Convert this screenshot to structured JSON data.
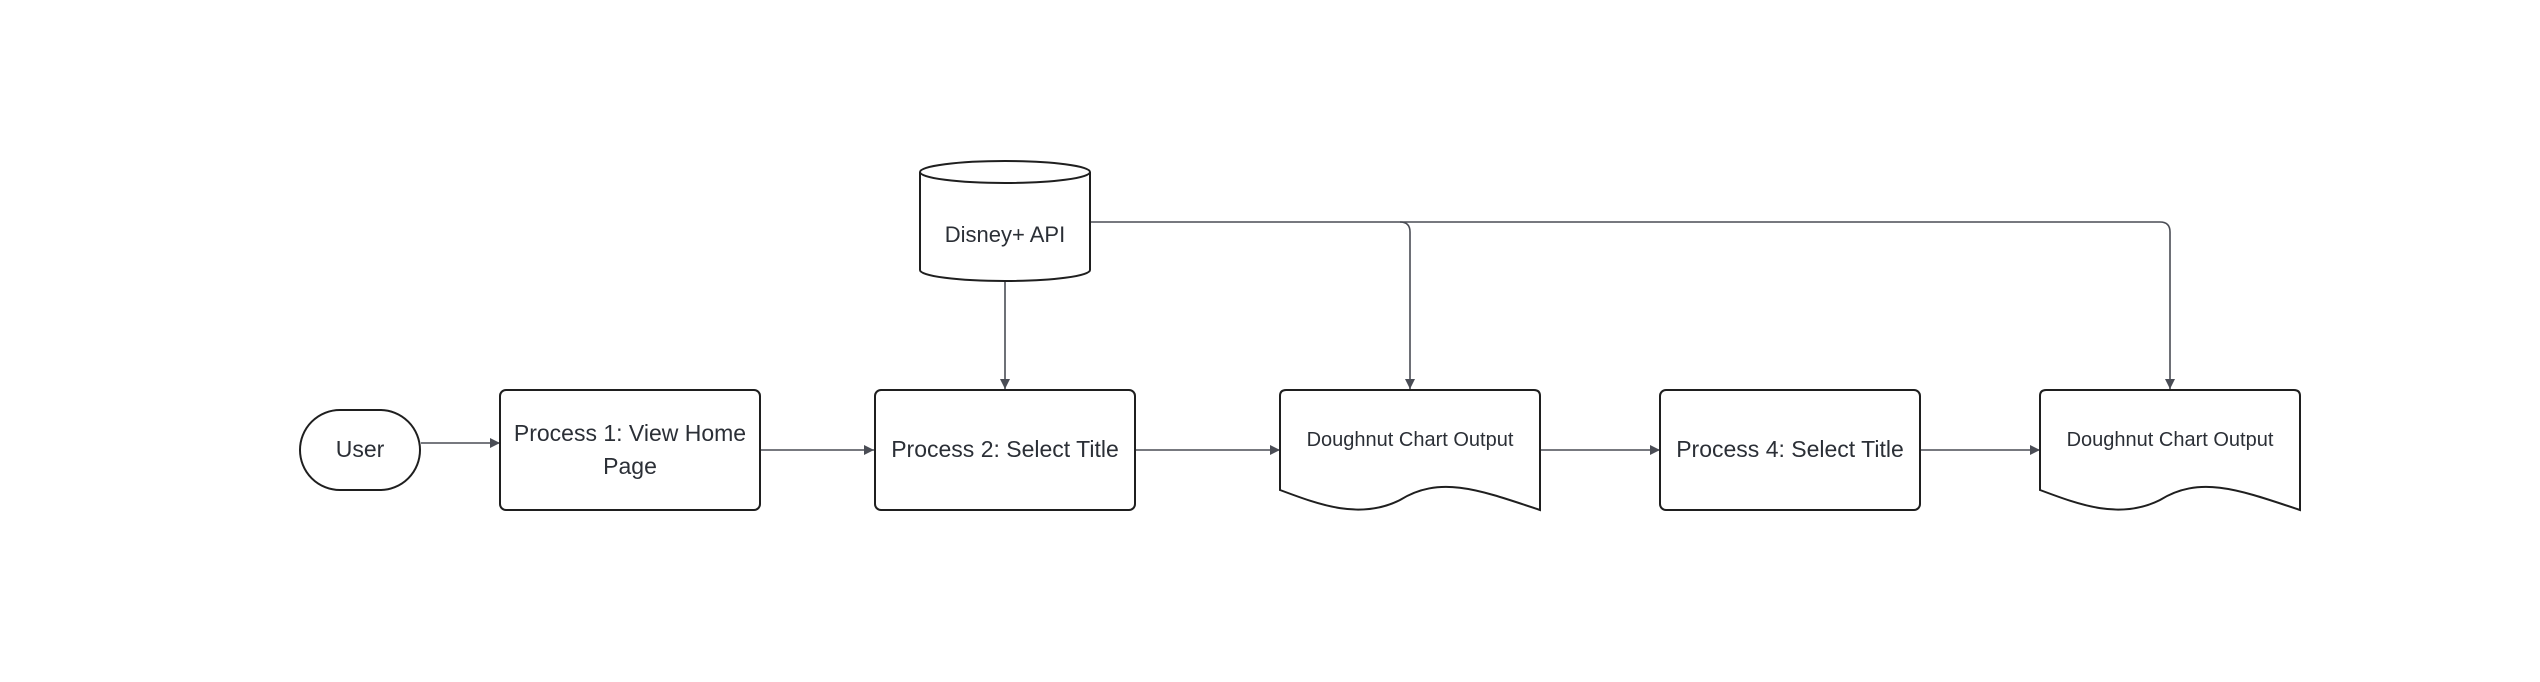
{
  "diagram": {
    "nodes": {
      "user": {
        "label": "User"
      },
      "process1": {
        "label": "Process 1: View Home Page"
      },
      "api": {
        "label": "Disney+ API"
      },
      "process2": {
        "label": "Process 2: Select Title"
      },
      "output1": {
        "label": "Doughnut Chart Output"
      },
      "process4": {
        "label": "Process 4: Select Title"
      },
      "output2": {
        "label": "Doughnut Chart Output"
      }
    },
    "colors": {
      "stroke": "#1f1f1f",
      "connector": "#4a4d55",
      "text": "#2b2f36",
      "background": "#ffffff"
    }
  }
}
